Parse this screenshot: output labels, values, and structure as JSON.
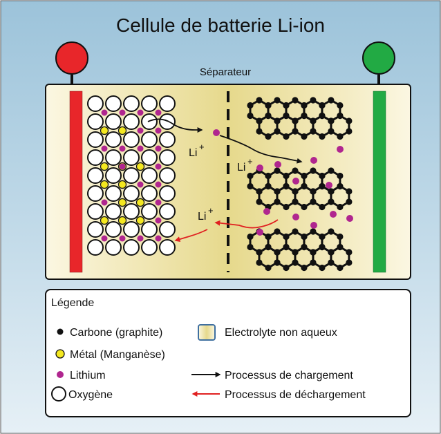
{
  "title": "Cellule de batterie Li-ion",
  "separator_label": "Séparateur",
  "ion_label": "Li",
  "ion_charge": "+",
  "legend": {
    "title": "Légende",
    "items": [
      {
        "label": "Carbone (graphite)",
        "icon": "carbon-dot-icon"
      },
      {
        "label": "Métal (Manganèse)",
        "icon": "metal-dot-icon"
      },
      {
        "label": "Lithium",
        "icon": "lithium-dot-icon"
      },
      {
        "label": "Oxygène",
        "icon": "oxygen-circle-icon"
      },
      {
        "label": "Electrolyte non aqueux",
        "icon": "electrolyte-swatch-icon"
      },
      {
        "label": "Processus de chargement",
        "icon": "charge-arrow-icon"
      },
      {
        "label": "Processus de déchargement",
        "icon": "discharge-arrow-icon"
      }
    ]
  },
  "colors": {
    "background_top": "#9cc3da",
    "background_bottom": "#e6f0f6",
    "cathode_terminal": "#e8262a",
    "anode_terminal": "#22aa44",
    "lithium": "#b0268f",
    "metal": "#f4e820",
    "carbon": "#111111",
    "electrolyte_light": "#fbf7e2",
    "electrolyte_mid": "#e6d98c",
    "charge_arrow": "#111111",
    "discharge_arrow": "#e02020"
  }
}
